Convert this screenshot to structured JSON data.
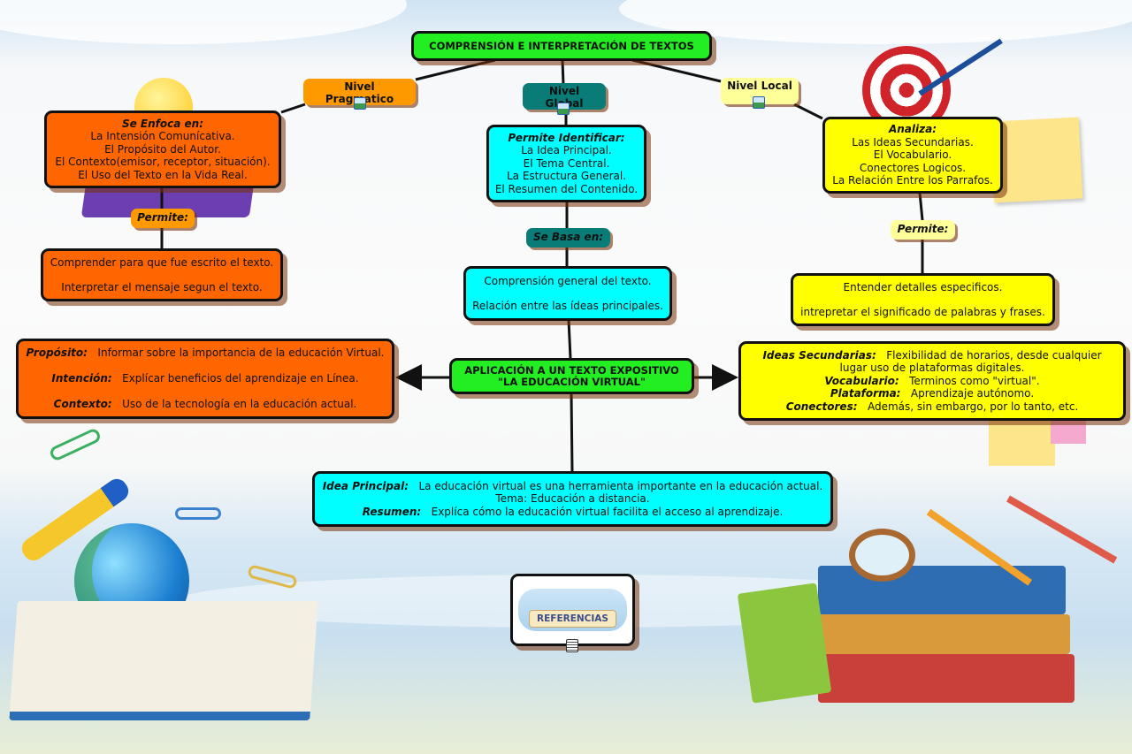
{
  "title": "COMPRENSIÓN E INTERPRETACIÓN DE TEXTOS",
  "levels": {
    "pragmatico": {
      "label": "Nivel Pragmatico",
      "focus_heading": "Se Enfoca en:",
      "focus_items": [
        "La Intensión Comunícativa.",
        "El Propósito del Autor.",
        "El Contexto(emisor, receptor, situación).",
        "El Uso del Texto en la Vida Real."
      ],
      "link": "Permite:",
      "result": [
        "Comprender para que fue escrito el texto.",
        "Interpretar el mensaje segun el texto."
      ]
    },
    "global": {
      "label": "Nivel Global",
      "focus_heading": "Permite Identificar:",
      "focus_items": [
        "La Idea Principal.",
        "El Tema Central.",
        "La Estructura General.",
        "El Resumen del Contenido."
      ],
      "link": "Se Basa en:",
      "result": [
        "Comprensión general del texto.",
        "Relación entre las ídeas principales."
      ]
    },
    "local": {
      "label": "Nivel Local",
      "focus_heading": "Analiza:",
      "focus_items": [
        "Las Ideas Secundarias.",
        "El Vocabulario.",
        "Conectores Logicos.",
        "La Relación Entre los Parrafos."
      ],
      "link": "Permite:",
      "result": [
        "Entender detalles especificos.",
        "intrepretar el significado de palabras y frases."
      ]
    }
  },
  "application": {
    "line1": "APLICACIÓN A UN TEXTO EXPOSITIVO",
    "line2": "\"LA EDUCACIÓN VIRTUAL\""
  },
  "left_box": [
    {
      "key": "Propósito:",
      "value": "Informar sobre la importancia de la educación Virtual."
    },
    {
      "key": "Intención:",
      "value": "Explícar beneficios del aprendizaje en Línea."
    },
    {
      "key": "Contexto:",
      "value": "Uso de la tecnología en la educación actual."
    }
  ],
  "right_box": [
    {
      "key": "Ideas Secundarias:",
      "value": "Flexibilidad de horarios, desde cualquier lugar uso de plataformas digitales."
    },
    {
      "key": "Vocabulario:",
      "value": "Terminos como \"virtual\"."
    },
    {
      "key": "Plataforma:",
      "value": "Aprendizaje autónomo."
    },
    {
      "key": "Conectores:",
      "value": "Además, sin embargo, por lo tanto, etc."
    }
  ],
  "bottom_box": {
    "idea_key": "Idea Principal:",
    "idea_value": "La educación virtual es una herramienta importante en la educación actual.",
    "tema": "Tema:  Educación a distancia.",
    "resumen_key": "Resumen:",
    "resumen_value": "Explíca cómo la educación virtual facilita el acceso al aprendizaje."
  },
  "references": "REFERENCIAS",
  "colors": {
    "green": "#22ee22",
    "orange_dark": "#ff6600",
    "orange": "#ff9900",
    "cyan": "#00ffff",
    "teal": "#0a7c78",
    "yellow": "#ffff00",
    "light_yellow": "#ffff99"
  }
}
